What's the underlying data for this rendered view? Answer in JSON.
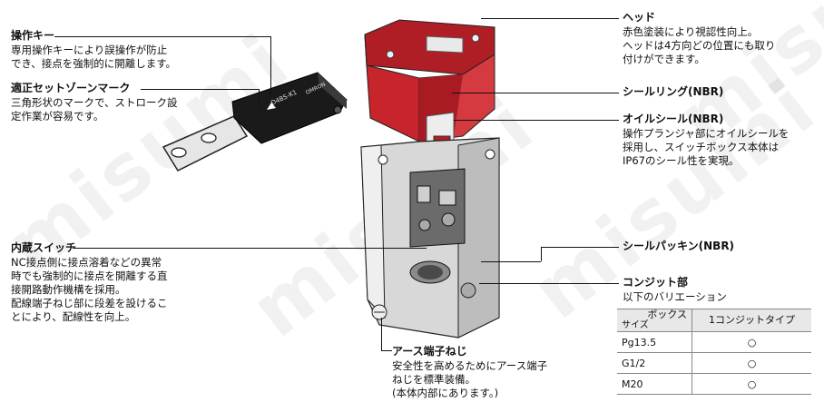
{
  "watermark": "misumi",
  "callouts": {
    "key": {
      "title": "操作キー",
      "body": "専用操作キーにより誤操作が防止\nでき、接点を強制的に開離します。"
    },
    "zone_mark": {
      "title": "適正セットゾーンマーク",
      "body": "三角形状のマークで、ストローク設\n定作業が容易です。"
    },
    "built_in_switch": {
      "title": "内蔵スイッチ",
      "body": "NC接点側に接点溶着などの異常\n時でも強制的に接点を開離する直\n接開路動作機構を採用。\n配線端子ねじ部に段差を設けるこ\nとにより、配線性を向上。"
    },
    "earth_screw": {
      "title": "アース端子ねじ",
      "body": "安全性を高めるためにアース端子\nねじを標準装備。\n(本体内部にあります。)"
    },
    "head": {
      "title": "ヘッド",
      "body": "赤色塗装により視認性向上。\nヘッドは4方向どの位置にも取り\n付けができます。"
    },
    "seal_ring": {
      "title": "シールリング(NBR)"
    },
    "oil_seal": {
      "title": "オイルシール(NBR)",
      "body": "操作プランジャ部にオイルシールを\n採用し、スイッチボックス本体は\nIP67のシール性を実現。"
    },
    "seal_packing": {
      "title": "シールパッキン(NBR)"
    },
    "conduit": {
      "title": "コンジット部",
      "body": "以下のバリエーション"
    }
  },
  "key_label": "D4BS-K1",
  "key_brand": "OMRON",
  "variation_table": {
    "header_col1_top": "ボックス",
    "header_col1_bottom": "サイズ",
    "header_col2": "1コンジットタイプ",
    "rows": [
      {
        "size": "Pg13.5",
        "mark": "○"
      },
      {
        "size": "G1/2",
        "mark": "○"
      },
      {
        "size": "M20",
        "mark": "○"
      }
    ]
  },
  "colors": {
    "head_red": "#c8242b",
    "body_grey": "#dcdcdc",
    "key_black": "#1a1a1a"
  }
}
